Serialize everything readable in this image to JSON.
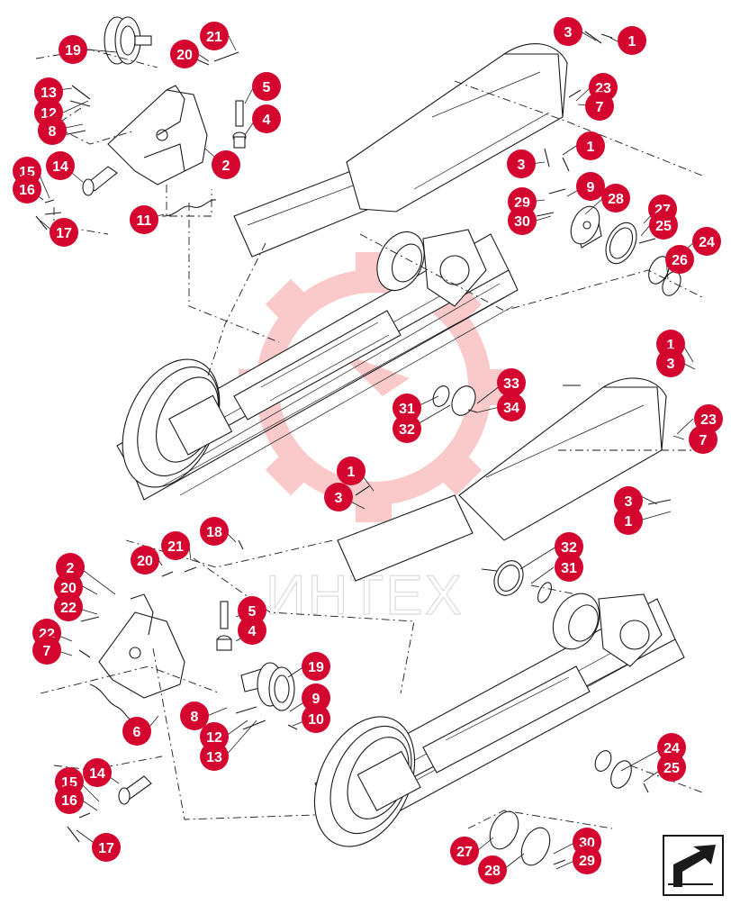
{
  "watermark": {
    "text": "ИНТЕХ"
  },
  "callouts": [
    {
      "id": "c19a",
      "label": "19"
    },
    {
      "id": "c20a",
      "label": "20"
    },
    {
      "id": "c21a",
      "label": "21"
    },
    {
      "id": "c13a",
      "label": "13"
    },
    {
      "id": "c12a",
      "label": "12"
    },
    {
      "id": "c8a",
      "label": "8"
    },
    {
      "id": "c5a",
      "label": "5"
    },
    {
      "id": "c4a",
      "label": "4"
    },
    {
      "id": "c2a",
      "label": "2"
    },
    {
      "id": "c14a",
      "label": "14"
    },
    {
      "id": "c15a",
      "label": "15"
    },
    {
      "id": "c16a",
      "label": "16"
    },
    {
      "id": "c17a",
      "label": "17"
    },
    {
      "id": "c11a",
      "label": "11"
    },
    {
      "id": "c3a",
      "label": "3"
    },
    {
      "id": "c1a",
      "label": "1"
    },
    {
      "id": "c23a",
      "label": "23"
    },
    {
      "id": "c7a",
      "label": "7"
    },
    {
      "id": "c1b",
      "label": "1"
    },
    {
      "id": "c3b",
      "label": "3"
    },
    {
      "id": "c9a",
      "label": "9"
    },
    {
      "id": "c28a",
      "label": "28"
    },
    {
      "id": "c29a",
      "label": "29"
    },
    {
      "id": "c30a",
      "label": "30"
    },
    {
      "id": "c27a",
      "label": "27"
    },
    {
      "id": "c25a",
      "label": "25"
    },
    {
      "id": "c24a",
      "label": "24"
    },
    {
      "id": "c26a",
      "label": "26"
    },
    {
      "id": "c1c",
      "label": "1"
    },
    {
      "id": "c3c",
      "label": "3"
    },
    {
      "id": "c23b",
      "label": "23"
    },
    {
      "id": "c7b",
      "label": "7"
    },
    {
      "id": "c33a",
      "label": "33"
    },
    {
      "id": "c34a",
      "label": "34"
    },
    {
      "id": "c31a",
      "label": "31"
    },
    {
      "id": "c32a",
      "label": "32"
    },
    {
      "id": "c1d",
      "label": "1"
    },
    {
      "id": "c3d",
      "label": "3"
    },
    {
      "id": "c3e",
      "label": "3"
    },
    {
      "id": "c1e",
      "label": "1"
    },
    {
      "id": "c32b",
      "label": "32"
    },
    {
      "id": "c31b",
      "label": "31"
    },
    {
      "id": "c18b",
      "label": "18"
    },
    {
      "id": "c21b",
      "label": "21"
    },
    {
      "id": "c20b",
      "label": "20"
    },
    {
      "id": "c2b",
      "label": "2"
    },
    {
      "id": "c20c",
      "label": "20"
    },
    {
      "id": "c22a",
      "label": "22"
    },
    {
      "id": "c22b",
      "label": "22"
    },
    {
      "id": "c7c",
      "label": "7"
    },
    {
      "id": "c5b",
      "label": "5"
    },
    {
      "id": "c4b",
      "label": "4"
    },
    {
      "id": "c19b",
      "label": "19"
    },
    {
      "id": "c9b",
      "label": "9"
    },
    {
      "id": "c10b",
      "label": "10"
    },
    {
      "id": "c8b",
      "label": "8"
    },
    {
      "id": "c12b",
      "label": "12"
    },
    {
      "id": "c13b",
      "label": "13"
    },
    {
      "id": "c6b",
      "label": "6"
    },
    {
      "id": "c14b",
      "label": "14"
    },
    {
      "id": "c15b",
      "label": "15"
    },
    {
      "id": "c16b",
      "label": "16"
    },
    {
      "id": "c17b",
      "label": "17"
    },
    {
      "id": "c24b",
      "label": "24"
    },
    {
      "id": "c25b",
      "label": "25"
    },
    {
      "id": "c27b",
      "label": "27"
    },
    {
      "id": "c28b",
      "label": "28"
    },
    {
      "id": "c30b",
      "label": "30"
    },
    {
      "id": "c29b",
      "label": "29"
    }
  ],
  "colors": {
    "callout_fill": "#d4062f",
    "callout_text": "#ffffff",
    "line": "#1a1a1a",
    "watermark": "#f26b6b"
  },
  "nav_icon": {
    "name": "next-page-arrow-icon"
  }
}
